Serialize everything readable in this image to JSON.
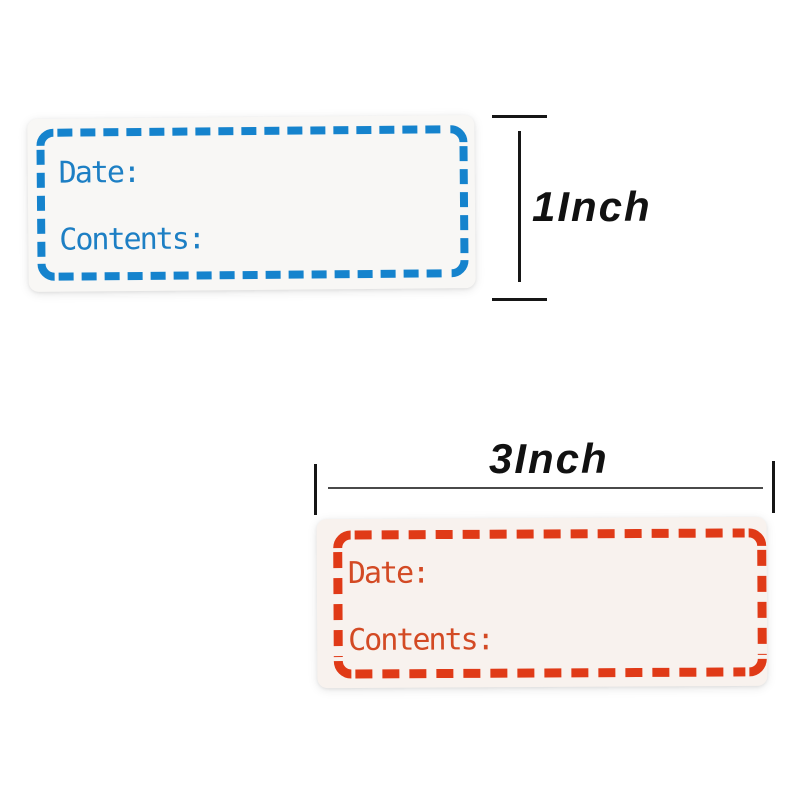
{
  "page": {
    "background_color": "#ffffff"
  },
  "labels": {
    "blue": {
      "date": "Date:",
      "contents": "Contents:",
      "border_color": "#1583cd",
      "text_color": "#1d7fc4",
      "sticker_color": "#f8f7f5"
    },
    "red": {
      "date": "Date:",
      "contents": "Contents:",
      "border_color": "#e03a17",
      "text_color": "#d34a24",
      "sticker_color": "#f8f2ee"
    }
  },
  "measurements": {
    "height_label": "1Inch",
    "width_label": "3Inch",
    "line_color": "#161616"
  }
}
